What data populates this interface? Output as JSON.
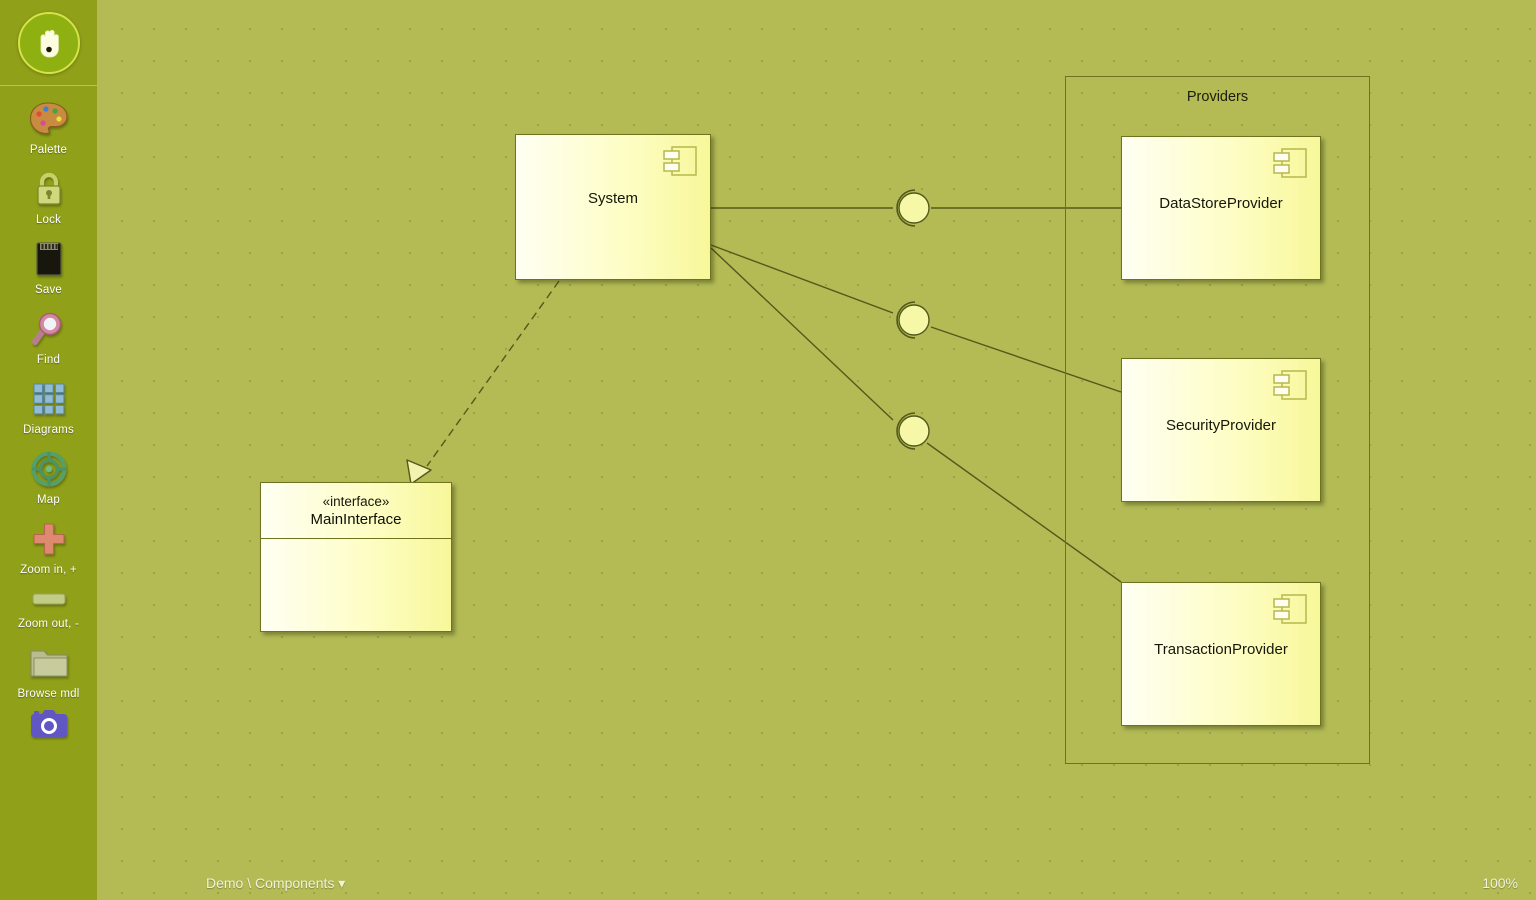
{
  "app": {
    "logo_icon": "hand-logo-icon",
    "canvas_bg": "#b4bb55",
    "sidebar_bg": "#90a018",
    "node_border": "#6e7320",
    "node_fill_light": "#fffff3",
    "node_fill_dark": "#f7f79a"
  },
  "sidebar": {
    "items": [
      {
        "label": "Palette",
        "icon": "palette-icon"
      },
      {
        "label": "Lock",
        "icon": "lock-icon"
      },
      {
        "label": "Save",
        "icon": "save-icon"
      },
      {
        "label": "Find",
        "icon": "magnifier-icon"
      },
      {
        "label": "Diagrams",
        "icon": "grid-icon"
      },
      {
        "label": "Map",
        "icon": "compass-icon"
      },
      {
        "label": "Zoom in, +",
        "icon": "plus-icon"
      },
      {
        "label": "Zoom out, -",
        "icon": "minus-icon"
      },
      {
        "label": "Browse mdl",
        "icon": "folder-icon"
      },
      {
        "label": "",
        "icon": "camera-icon"
      }
    ]
  },
  "statusbar": {
    "breadcrumb": "Demo \\ Components ▾",
    "zoom": "100%"
  },
  "diagram": {
    "type": "uml-component-diagram",
    "package": {
      "name": "Providers"
    },
    "nodes": [
      {
        "id": "system",
        "name": "System",
        "kind": "component"
      },
      {
        "id": "interface",
        "name": "MainInterface",
        "kind": "interface",
        "stereotype": "«interface»"
      },
      {
        "id": "datastore",
        "name": "DataStoreProvider",
        "kind": "component"
      },
      {
        "id": "security",
        "name": "SecurityProvider",
        "kind": "component"
      },
      {
        "id": "transaction",
        "name": "TransactionProvider",
        "kind": "component"
      }
    ],
    "connectors": [
      {
        "from": "system",
        "to": "interface",
        "kind": "realization",
        "style": "dashed-hollow-triangle"
      },
      {
        "from": "system",
        "to": "datastore",
        "kind": "assembly",
        "style": "lollipop"
      },
      {
        "from": "system",
        "to": "security",
        "kind": "assembly",
        "style": "lollipop"
      },
      {
        "from": "system",
        "to": "transaction",
        "kind": "assembly",
        "style": "lollipop"
      }
    ]
  }
}
